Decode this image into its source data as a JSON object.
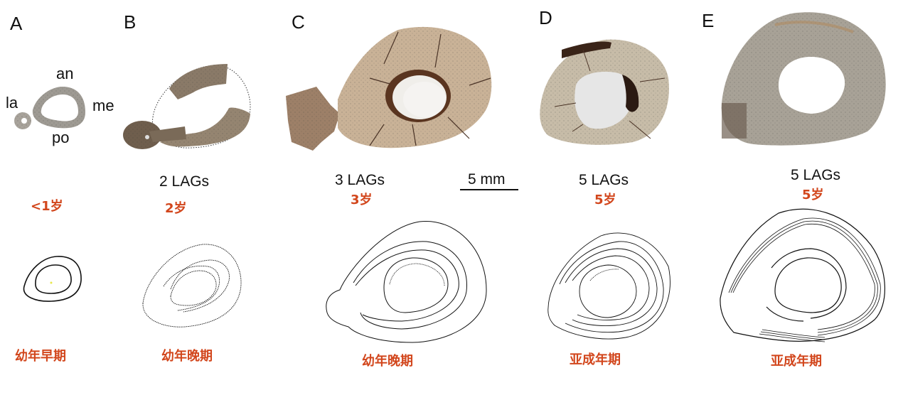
{
  "colors": {
    "label_red": "#d2461c",
    "text": "#111111",
    "bone_tan": "#c9b59a",
    "bone_grey": "#a8a29a",
    "bone_dark": "#5a4636",
    "cavity": "#eeeeec"
  },
  "panels": [
    {
      "letter": "A",
      "lags": "",
      "age": "<1岁",
      "stage": "幼年早期",
      "orientation": {
        "an": "an",
        "la": "la",
        "me": "me",
        "po": "po"
      }
    },
    {
      "letter": "B",
      "lags": "2 LAGs",
      "age": "2岁",
      "stage": "幼年晚期"
    },
    {
      "letter": "C",
      "lags": "3 LAGs",
      "age": "3岁",
      "stage": "幼年晚期"
    },
    {
      "letter": "D",
      "lags": "5 LAGs",
      "age": "5岁",
      "stage": "亚成年期"
    },
    {
      "letter": "E",
      "lags": "5 LAGs",
      "age": "5岁",
      "stage": "亚成年期"
    }
  ],
  "scale_bar": {
    "label": "5 mm"
  }
}
